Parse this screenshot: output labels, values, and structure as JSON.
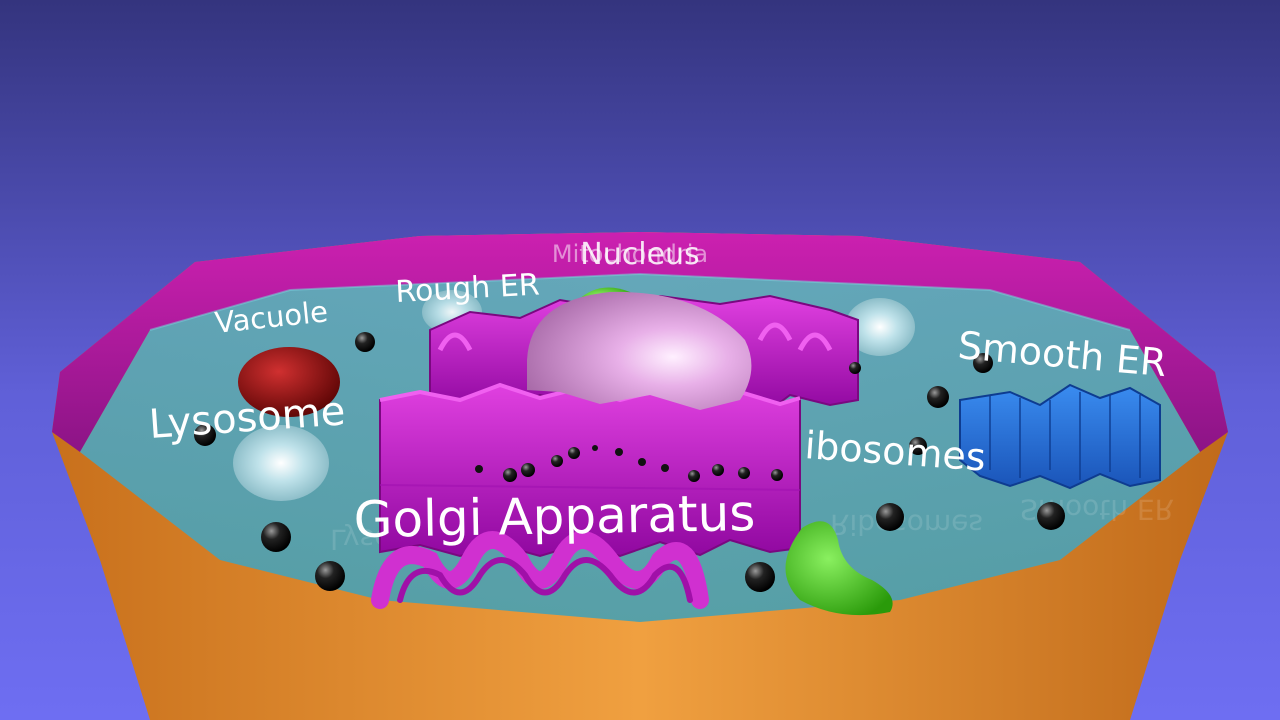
{
  "labels": {
    "vacuole": "Vacuole",
    "rough_er": "Rough ER",
    "mitochondria": "Mitochondria",
    "nucleus": "Nucleus",
    "lysosome": "Lysosome",
    "smooth_er": "Smooth ER",
    "ribosomes": "ibosomes",
    "golgi": "Golgi Apparatus"
  },
  "colors": {
    "background_top": "#3a3a88",
    "background_bottom": "#6a6af0",
    "cell_wall": "#e8902e",
    "membrane": "#b0189e",
    "cytoplasm": "#5ab8c8",
    "nucleus": "#e0a8e0",
    "er": "#c014c8",
    "smooth_er": "#2a74e0",
    "lysosome": "#a01010",
    "vacuole": "#c8e6ee",
    "mitochondria": "#4ad41a",
    "ribosome": "#111111"
  }
}
